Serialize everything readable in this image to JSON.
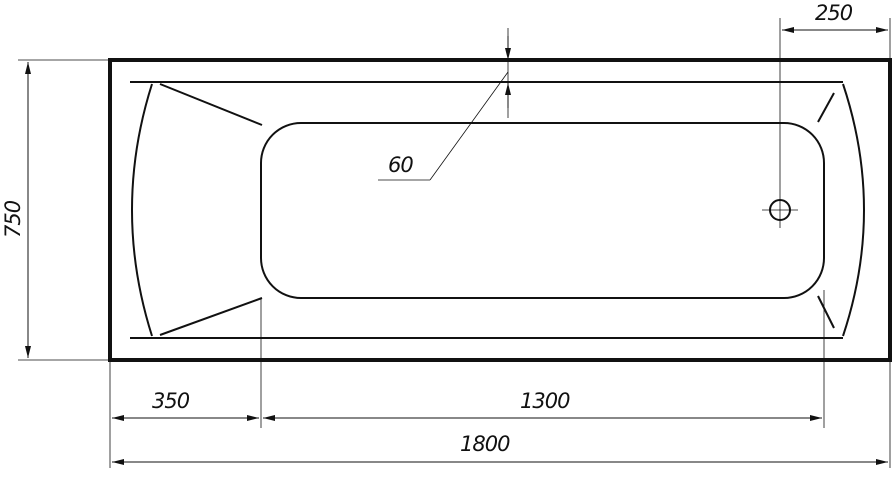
{
  "drawing": {
    "dimensions": {
      "total_length": "1800",
      "head_rest_length": "350",
      "basin_length": "1300",
      "drain_offset": "250",
      "width": "750",
      "rim_width": "60"
    },
    "colors": {
      "line": "#111111",
      "background": "#ffffff"
    }
  }
}
